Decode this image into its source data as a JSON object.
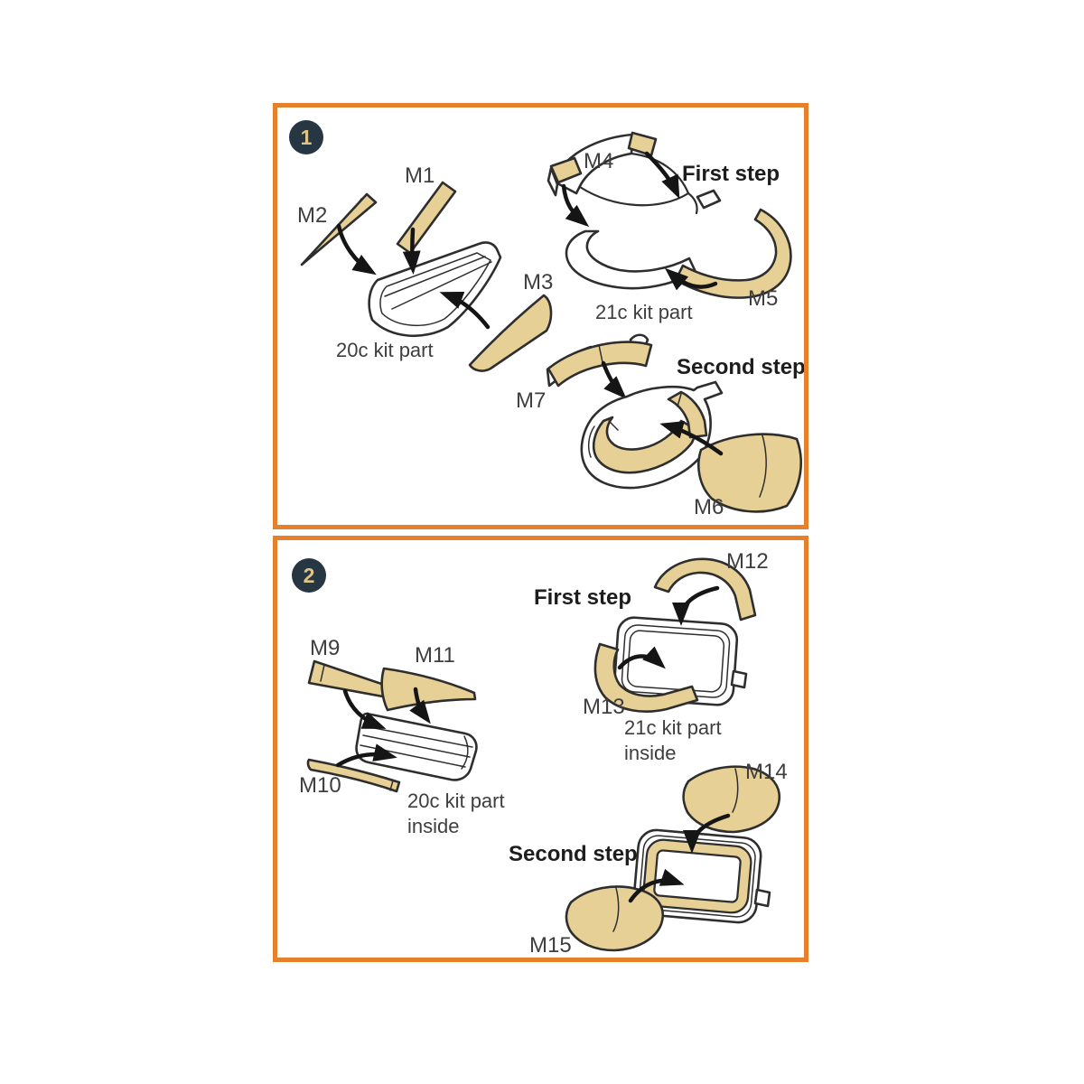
{
  "colors": {
    "accent_orange": "#E5812D",
    "mask_tan": "#E7D096",
    "badge_background": "#263743",
    "badge_number": "#DEC488",
    "outline_dark": "#2E2E2E",
    "label_gray": "#3E3E3E",
    "arrow_black": "#151515",
    "background": "#FFFFFF"
  },
  "panel1": {
    "badge": "1",
    "first_step_label": "First step",
    "second_step_label": "Second step",
    "kit20_caption": "20c kit part",
    "kit21_caption": "21c kit part",
    "masks": {
      "m1": "M1",
      "m2": "M2",
      "m3": "M3",
      "m4": "M4",
      "m5": "M5",
      "m6": "M6",
      "m7": "M7"
    }
  },
  "panel2": {
    "badge": "2",
    "first_step_label": "First step",
    "second_step_label": "Second step",
    "kit20_caption_line1": "20c kit part",
    "kit20_caption_line2": "inside",
    "kit21_caption_line1": "21c kit part",
    "kit21_caption_line2": "inside",
    "masks": {
      "m9": "M9",
      "m10": "M10",
      "m11": "M11",
      "m12": "M12",
      "m13": "M13",
      "m14": "M14",
      "m15": "M15"
    }
  }
}
